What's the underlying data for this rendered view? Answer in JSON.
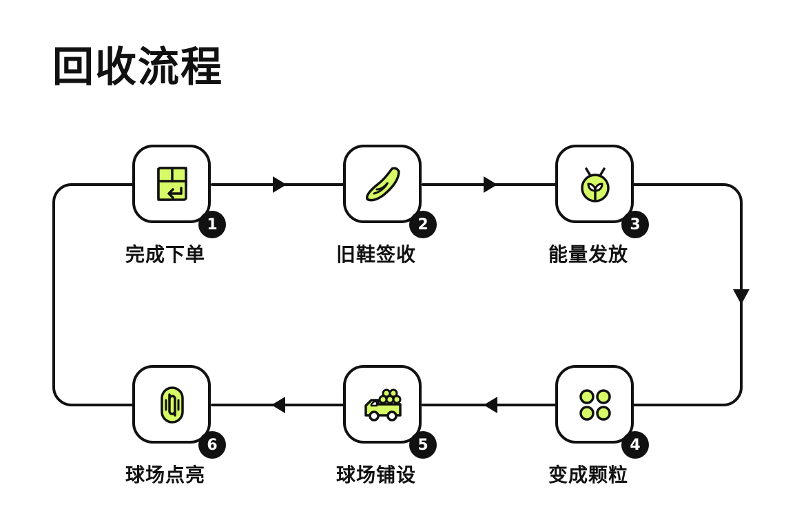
{
  "title": "回收流程",
  "colors": {
    "accent": "#D6FB66",
    "ink": "#111111",
    "background": "#FFFFFF"
  },
  "steps": [
    {
      "number": "1",
      "label": "完成下单",
      "icon": "package-return-icon"
    },
    {
      "number": "2",
      "label": "旧鞋签收",
      "icon": "sneaker-icon"
    },
    {
      "number": "3",
      "label": "能量发放",
      "icon": "sprout-bug-icon"
    },
    {
      "number": "4",
      "label": "变成颗粒",
      "icon": "granules-icon"
    },
    {
      "number": "5",
      "label": "球场铺设",
      "icon": "delivery-truck-icon"
    },
    {
      "number": "6",
      "label": "球场点亮",
      "icon": "link-loop-icon"
    }
  ]
}
